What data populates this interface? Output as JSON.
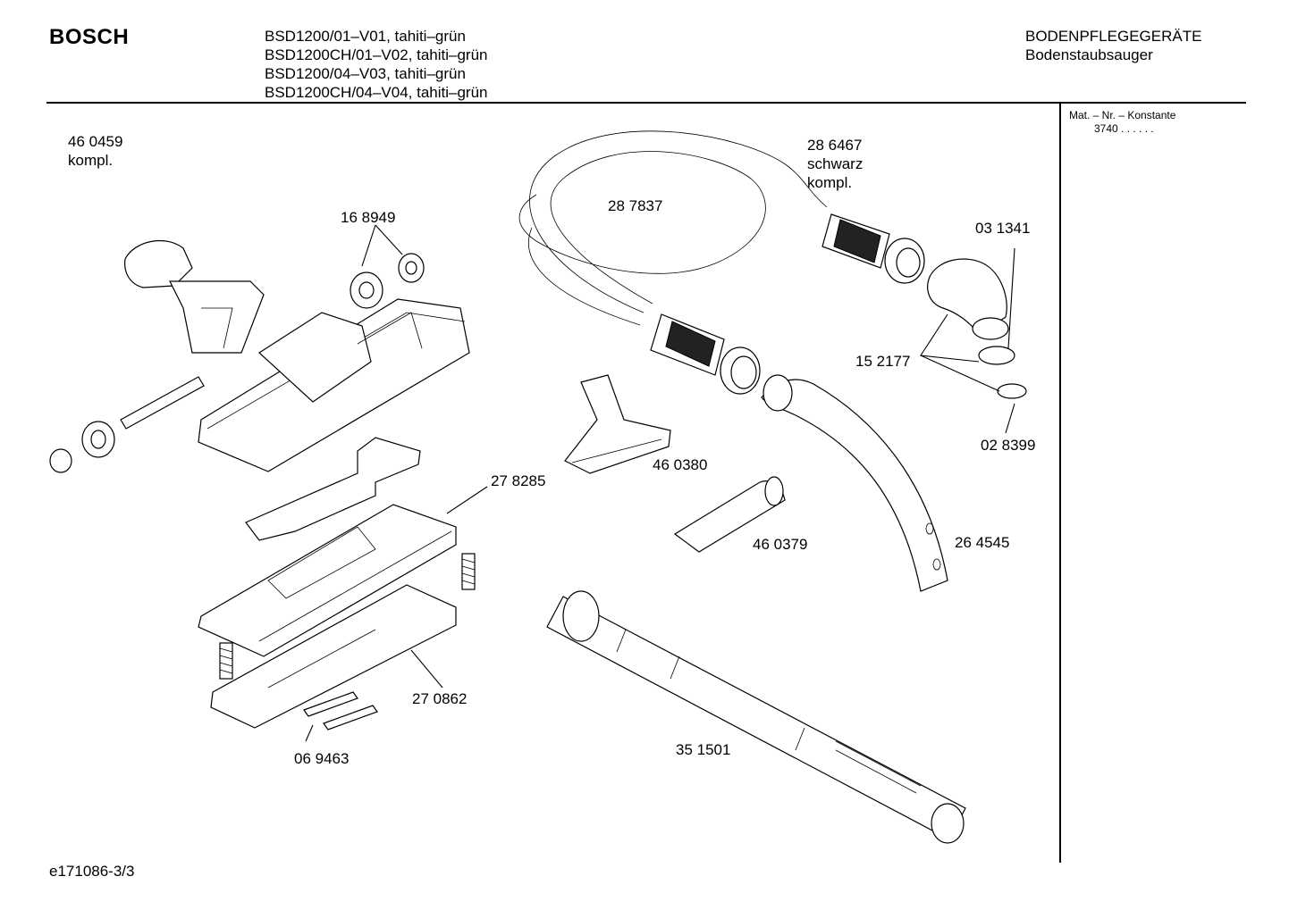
{
  "header": {
    "brand": "BOSCH",
    "models": [
      "BSD1200/01–V01, tahiti–grün",
      "BSD1200CH/01–V02, tahiti–grün",
      "BSD1200/04–V03, tahiti–grün",
      "BSD1200CH/04–V04, tahiti–grün"
    ],
    "category": "BODENPFLEGEGERÄTE",
    "subcategory": "Bodenstaubsauger"
  },
  "sidebar": {
    "mat_label": "Mat. – Nr. – Konstante",
    "mat_value": "3740 .  .  .  .  .  ."
  },
  "parts": {
    "p460459": {
      "number": "46 0459",
      "note": "kompl."
    },
    "p168949": {
      "number": "16 8949"
    },
    "p287837": {
      "number": "28 7837"
    },
    "p286467": {
      "number": "28 6467",
      "note": "schwarz",
      "note2": "kompl."
    },
    "p031341": {
      "number": "03 1341"
    },
    "p152177": {
      "number": "15 2177"
    },
    "p028399": {
      "number": "02 8399"
    },
    "p460380": {
      "number": "46 0380"
    },
    "p278285": {
      "number": "27 8285"
    },
    "p460379": {
      "number": "46 0379"
    },
    "p264545": {
      "number": "26 4545"
    },
    "p270862": {
      "number": "27 0862"
    },
    "p069463": {
      "number": "06 9463"
    },
    "p351501": {
      "number": "35 1501"
    }
  },
  "footer": {
    "drawing_id": "e171086-3/3"
  }
}
